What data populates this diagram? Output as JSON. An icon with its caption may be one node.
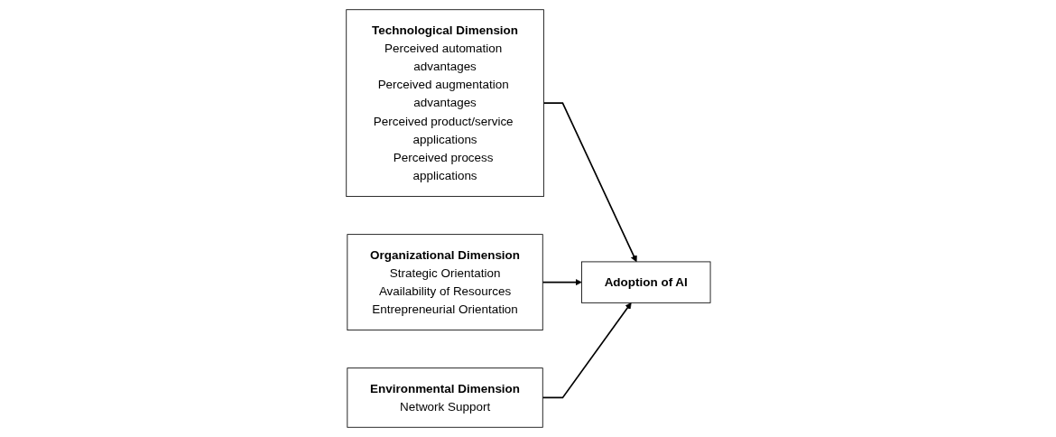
{
  "diagram": {
    "nodes": [
      {
        "text": [
          "Technological Dimension",
          "Perceived automation advantages",
          "Perceived augmentation advantages",
          "Perceived product/service applications",
          "Perceived process applications"
        ]
      },
      {
        "text": [
          "Adoption of AI"
        ]
      },
      {
        "text": [
          "Organizational Dimension",
          "Strategic Orientation",
          "Availability of Resources",
          "Entrepreneurial Orientation"
        ]
      },
      {
        "text": [
          "Environmental Dimension",
          "Network Support"
        ]
      }
    ],
    "edges": [
      {
        "from": 0,
        "to": 1,
        "arrow": "to"
      },
      {
        "from": 2,
        "to": 1,
        "arrow": "to"
      },
      {
        "from": 3,
        "to": 1,
        "arrow": "to"
      }
    ]
  }
}
